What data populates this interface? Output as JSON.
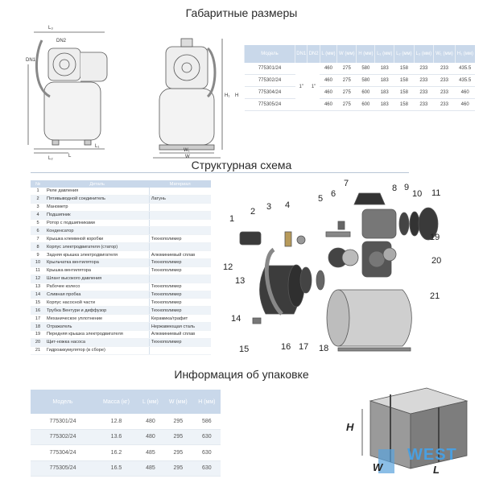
{
  "headings": {
    "dims": "Габаритные размеры",
    "scheme": "Структурная схема",
    "packing": "Информация об упаковке"
  },
  "drawing_labels": {
    "l3": "L₃",
    "dn2": "DN2",
    "dn1": "DN1",
    "l1": "L₁",
    "l2": "L₂",
    "h1": "H₁",
    "h": "H",
    "w1": "W₁",
    "w": "W",
    "l": "L"
  },
  "dims_table": {
    "headers": [
      "Модель",
      "DN1",
      "DN2",
      "L (мм)",
      "W (мм)",
      "H (мм)",
      "L₁ (мм)",
      "L₂ (мм)",
      "L₃ (мм)",
      "W₁ (мм)",
      "H₁ (мм)"
    ],
    "dn1": "1\"",
    "dn2": "1\"",
    "rows": [
      [
        "775301/24",
        "460",
        "275",
        "580",
        "183",
        "158",
        "233",
        "435.5"
      ],
      [
        "775302/24",
        "460",
        "275",
        "580",
        "183",
        "158",
        "233",
        "435.5"
      ],
      [
        "775304/24",
        "460",
        "275",
        "600",
        "183",
        "158",
        "233",
        "460"
      ],
      [
        "775305/24",
        "460",
        "275",
        "600",
        "183",
        "158",
        "233",
        "460"
      ]
    ]
  },
  "parts_table": {
    "headers": [
      "№",
      "Деталь",
      "Материал"
    ],
    "rows": [
      [
        "1",
        "Реле давления",
        ""
      ],
      [
        "2",
        "Пятивыводной соединитель",
        "Латунь"
      ],
      [
        "3",
        "Манометр",
        ""
      ],
      [
        "4",
        "Подшипник",
        ""
      ],
      [
        "5",
        "Ротор с подшипниками",
        ""
      ],
      [
        "6",
        "Конденсатор",
        ""
      ],
      [
        "7",
        "Крышка клеммной коробки",
        "Технополимер"
      ],
      [
        "8",
        "Корпус электродвигателя (статор)",
        ""
      ],
      [
        "9",
        "Задняя крышка электродвигателя",
        "Алюминиевый сплав"
      ],
      [
        "10",
        "Крыльчатка вентилятора",
        "Технополимер"
      ],
      [
        "11",
        "Крышка вентилятора",
        "Технополимер"
      ],
      [
        "12",
        "Шланг высокого давления",
        ""
      ],
      [
        "13",
        "Рабочее колесо",
        "Технополимер"
      ],
      [
        "14",
        "Сливная пробка",
        "Технополимер"
      ],
      [
        "15",
        "Корпус насосной части",
        "Технополимер"
      ],
      [
        "16",
        "Трубка Вентури и диффузор",
        "Технополимер"
      ],
      [
        "17",
        "Механическое уплотнение",
        "Керамика/графит"
      ],
      [
        "18",
        "Отражатель",
        "Нержавеющая сталь"
      ],
      [
        "19",
        "Передняя крышка электродвигателя",
        "Алюминиевый сплав"
      ],
      [
        "20",
        "Щит-ножка насоса",
        "Технополимер"
      ],
      [
        "21",
        "Гидроаккумулятор (в сборе)",
        ""
      ]
    ]
  },
  "callouts": [
    "1",
    "2",
    "3",
    "4",
    "5",
    "6",
    "7",
    "8",
    "9",
    "10",
    "11",
    "12",
    "13",
    "14",
    "15",
    "16",
    "17",
    "18",
    "19",
    "20",
    "21"
  ],
  "pack_table": {
    "headers": [
      "Модель",
      "Масса (кг)",
      "L (мм)",
      "W (мм)",
      "H (мм)"
    ],
    "rows": [
      [
        "775301/24",
        "12.8",
        "480",
        "295",
        "586"
      ],
      [
        "775302/24",
        "13.6",
        "480",
        "295",
        "630"
      ],
      [
        "775304/24",
        "16.2",
        "485",
        "295",
        "630"
      ],
      [
        "775305/24",
        "16.5",
        "485",
        "295",
        "630"
      ]
    ]
  },
  "box_labels": {
    "h": "H",
    "w": "W",
    "l": "L"
  },
  "logo_text": "WEST"
}
